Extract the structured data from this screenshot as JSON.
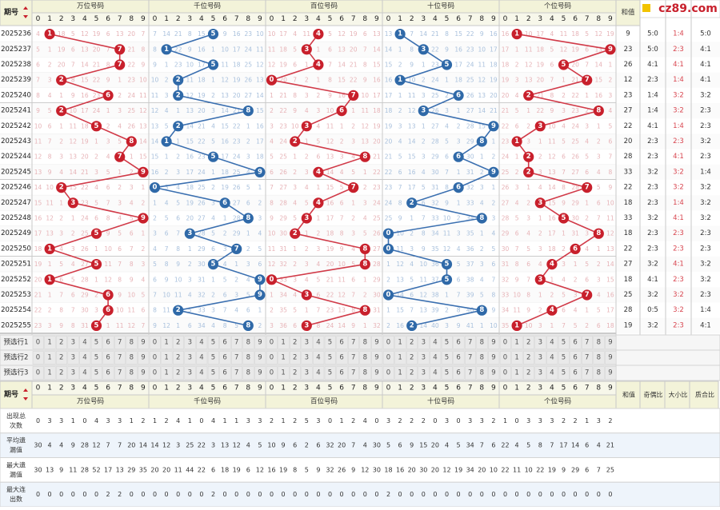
{
  "header": {
    "period_label": "期号",
    "sort_icon": "sort-arrows-icon",
    "sections": [
      "万位号码",
      "千位号码",
      "百位号码",
      "十位号码",
      "个位号码"
    ],
    "digits": [
      "0",
      "1",
      "2",
      "3",
      "4",
      "5",
      "6",
      "7",
      "8",
      "9"
    ],
    "stat_headers": [
      "和值",
      "奇偶比",
      "大小比",
      "质合比"
    ]
  },
  "logo": {
    "text": "cz89.com"
  },
  "colors": {
    "red_ball": "#c8202c",
    "blue_ball": "#2f69a8",
    "header_bg": "#f3f3d9",
    "red_line": "#d13a48",
    "blue_line": "#3a6fb0"
  },
  "chart_data": {
    "type": "table",
    "periods": [
      "2025236",
      "2025237",
      "2025238",
      "2025239",
      "2025240",
      "2025241",
      "2025242",
      "2025243",
      "2025244",
      "2025245",
      "2025246",
      "2025247",
      "2025248",
      "2025249",
      "2025250",
      "2025251",
      "2025252",
      "2025253",
      "2025254",
      "2025255"
    ],
    "draws": [
      [
        1,
        5,
        4,
        1,
        1
      ],
      [
        7,
        1,
        3,
        3,
        9
      ],
      [
        7,
        5,
        4,
        5,
        5
      ],
      [
        2,
        2,
        0,
        1,
        7
      ],
      [
        6,
        2,
        7,
        6,
        2
      ],
      [
        2,
        8,
        6,
        3,
        8
      ],
      [
        5,
        2,
        3,
        9,
        3
      ],
      [
        8,
        1,
        2,
        8,
        1
      ],
      [
        7,
        5,
        8,
        6,
        2
      ],
      [
        9,
        9,
        4,
        9,
        2
      ],
      [
        2,
        0,
        7,
        6,
        7
      ],
      [
        3,
        6,
        4,
        2,
        3
      ],
      [
        9,
        8,
        3,
        8,
        5
      ],
      [
        5,
        3,
        2,
        0,
        8
      ],
      [
        1,
        7,
        8,
        0,
        6
      ],
      [
        5,
        5,
        8,
        5,
        4
      ],
      [
        1,
        9,
        0,
        5,
        3
      ],
      [
        6,
        9,
        3,
        0,
        7
      ],
      [
        6,
        2,
        8,
        8,
        4
      ],
      [
        5,
        8,
        3,
        2,
        1
      ]
    ],
    "sums": [
      9,
      23,
      26,
      12,
      23,
      27,
      22,
      20,
      28,
      33,
      22,
      18,
      33,
      18,
      22,
      27,
      18,
      25,
      28,
      19
    ],
    "odd_even": [
      "5:0",
      "5:0",
      "4:1",
      "2:3",
      "1:4",
      "1:4",
      "4:1",
      "2:3",
      "2:3",
      "3:2",
      "2:3",
      "2:3",
      "3:2",
      "2:3",
      "2:3",
      "3:2",
      "4:1",
      "3:2",
      "0:5",
      "3:2"
    ],
    "big_small": [
      "1:4",
      "2:3",
      "4:1",
      "1:4",
      "3:2",
      "3:2",
      "1:4",
      "2:3",
      "4:1",
      "3:2",
      "3:2",
      "1:4",
      "4:1",
      "2:3",
      "2:3",
      "4:1",
      "2:3",
      "3:2",
      "3:2",
      "2:3"
    ],
    "prime_comp": [
      "5:0",
      "4:1",
      "4:1",
      "4:1",
      "3:2",
      "2:3",
      "2:3",
      "3:2",
      "2:3",
      "1:4",
      "3:2",
      "3:2",
      "3:2",
      "2:3",
      "2:3",
      "3:2",
      "3:2",
      "2:3",
      "1:4",
      "4:1"
    ],
    "select_rows": [
      "预选行1",
      "预选行2",
      "预选行3"
    ],
    "stats": [
      {
        "label": "出现总次数",
        "values": [
          [
            0,
            3,
            3,
            1,
            0,
            4,
            3,
            3,
            1,
            2
          ],
          [
            1,
            2,
            4,
            1,
            0,
            4,
            1,
            1,
            3,
            3
          ],
          [
            2,
            1,
            2,
            5,
            3,
            0,
            1,
            2,
            4,
            0
          ],
          [
            3,
            2,
            2,
            2,
            0,
            3,
            0,
            3,
            3,
            2
          ],
          [
            1,
            0,
            3,
            3,
            3,
            2,
            2,
            1,
            3,
            2,
            1
          ]
        ]
      },
      {
        "label": "平均遗漏值",
        "values": [
          [
            30,
            4,
            4,
            9,
            28,
            12,
            7,
            7,
            20,
            14
          ],
          [
            14,
            12,
            3,
            25,
            22,
            3,
            13,
            12,
            4,
            5
          ],
          [
            10,
            9,
            6,
            2,
            6,
            32,
            20,
            7,
            4,
            30
          ],
          [
            5,
            6,
            9,
            15,
            20,
            4,
            5,
            34,
            7,
            6
          ],
          [
            22,
            4,
            5,
            8,
            7,
            17,
            14,
            6,
            4,
            21
          ]
        ]
      },
      {
        "label": "最大遗漏值",
        "values": [
          [
            30,
            13,
            9,
            11,
            28,
            52,
            17,
            13,
            29,
            35
          ],
          [
            20,
            20,
            11,
            44,
            22,
            6,
            18,
            19,
            6,
            12
          ],
          [
            16,
            19,
            8,
            5,
            9,
            32,
            26,
            9,
            12,
            30
          ],
          [
            18,
            16,
            20,
            30,
            20,
            12,
            19,
            34,
            20,
            10
          ],
          [
            22,
            11,
            10,
            22,
            19,
            9,
            29,
            6,
            7,
            25
          ]
        ]
      },
      {
        "label": "最大连出数",
        "values": [
          [
            0,
            0,
            0,
            0,
            0,
            0,
            2,
            2,
            0,
            0
          ],
          [
            0,
            0,
            0,
            0,
            0,
            2,
            0,
            0,
            0,
            0
          ],
          [
            0,
            0,
            0,
            0,
            0,
            0,
            0,
            0,
            0,
            0
          ],
          [
            2,
            0,
            0,
            0,
            0,
            0,
            0,
            0,
            0,
            0
          ],
          [
            0,
            0,
            0,
            0,
            0,
            0,
            0,
            0,
            0,
            0
          ]
        ]
      }
    ]
  }
}
